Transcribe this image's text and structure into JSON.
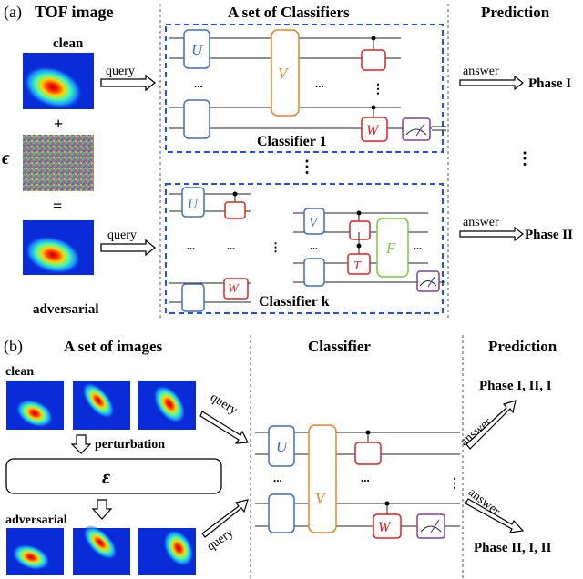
{
  "panel_a": {
    "label": "(a)",
    "title_left": "TOF image",
    "title_mid": "A set of Classifiers",
    "title_right": "Prediction",
    "clean": "clean",
    "plus": "+",
    "epsilon": "ϵ",
    "equals": "=",
    "adversarial": "adversarial",
    "query1": "query",
    "query2": "query",
    "answer1": "answer",
    "answer2": "answer",
    "phase1": "Phase I",
    "phase2": "Phase II",
    "classifier1": "Classifier 1",
    "classifierk": "Classifier k",
    "gate_u1": "U",
    "gate_v": "V",
    "gate_w1": "W",
    "gate_u2": "U",
    "gate_w2": "W",
    "gate_v2": "V",
    "gate_t": "T",
    "gate_f": "F",
    "dots_h": "...",
    "dots_v": "⋮"
  },
  "panel_b": {
    "label": "(b)",
    "title_left": "A set of images",
    "title_mid": "Classifier",
    "title_right": "Prediction",
    "clean": "clean",
    "perturbation": "perturbation",
    "epsilon": "ε",
    "adversarial": "adversarial",
    "query1": "query",
    "query2": "query",
    "answer1": "answer",
    "answer2": "answer",
    "pred1": "Phase I, II, I",
    "pred2": "Phase II, I, II",
    "gate_u": "U",
    "gate_v": "V",
    "gate_w": "W",
    "dots_h": "...",
    "dots_v": "⋮"
  },
  "colors": {
    "gate_blue": "#3d6cc9",
    "gate_orange": "#e8832a",
    "gate_red": "#e02020",
    "gate_green": "#7ac943",
    "gate_purple": "#7a3fb0",
    "classifier_box": "#1f4fff"
  }
}
